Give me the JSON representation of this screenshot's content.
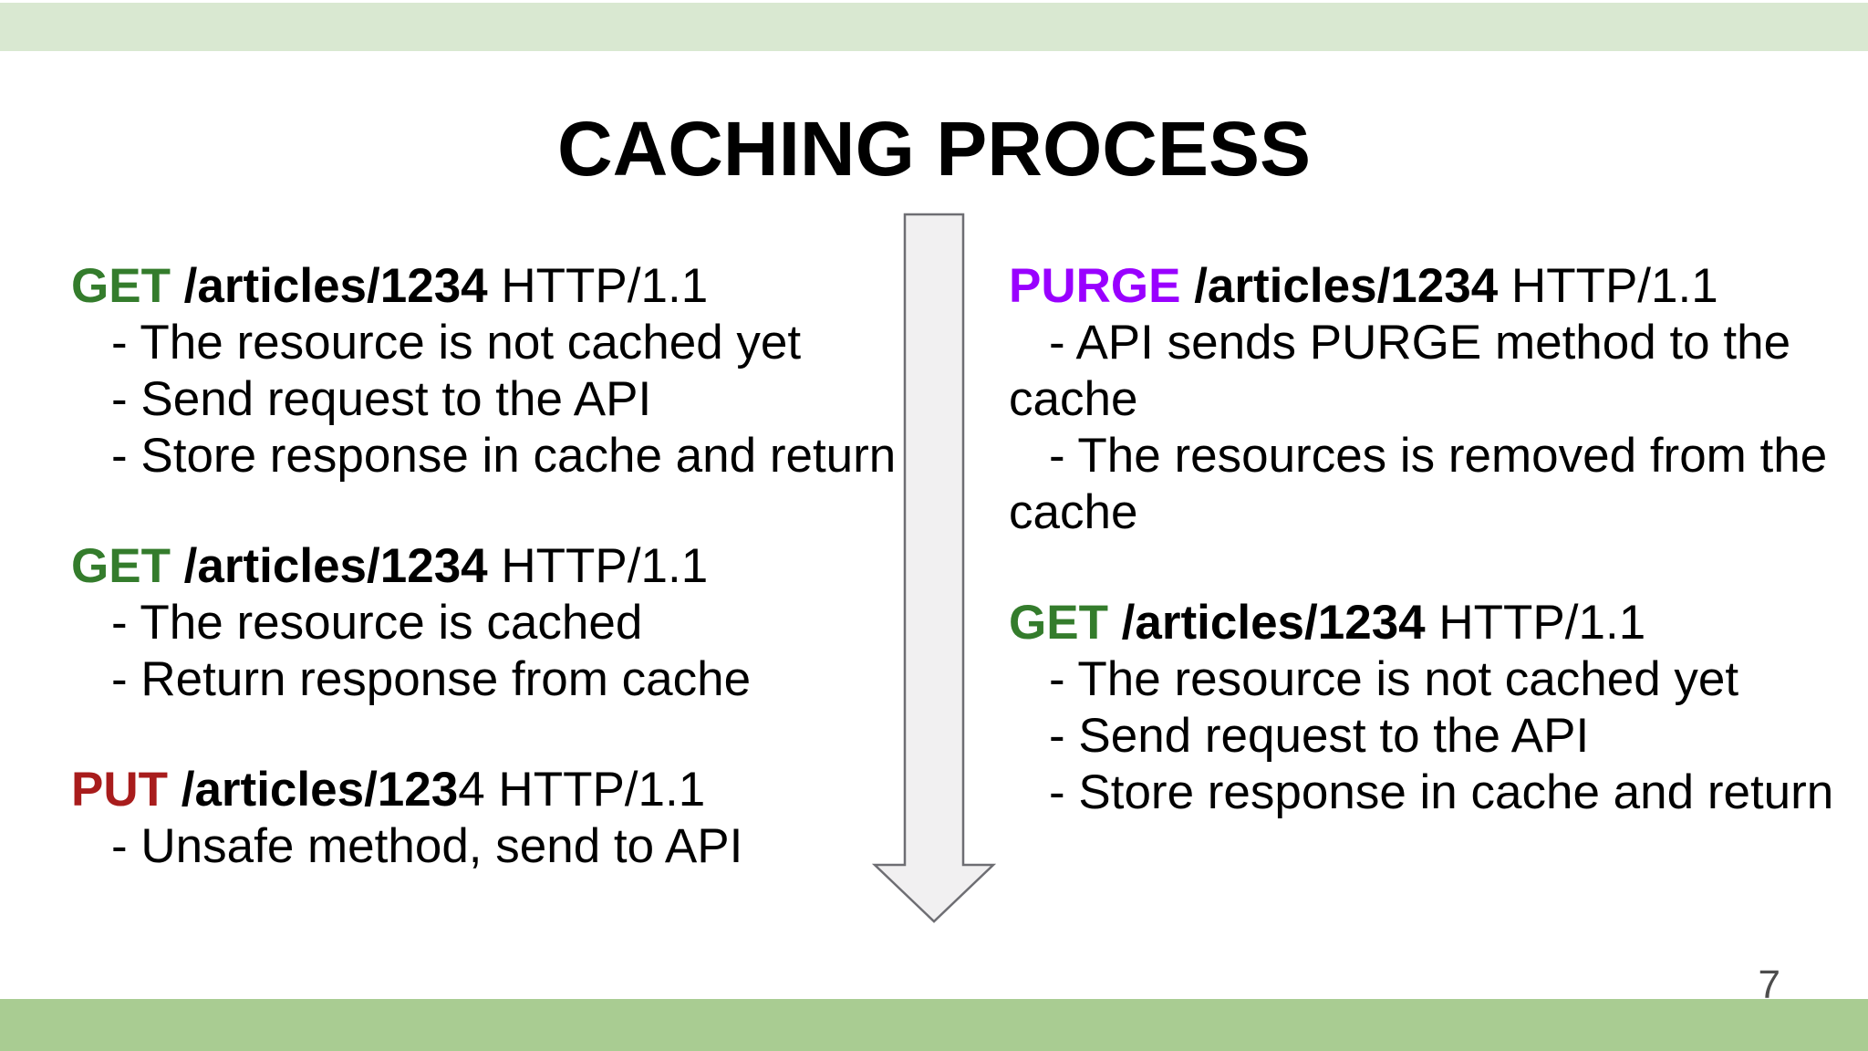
{
  "slide": {
    "title": "CACHING PROCESS",
    "page_number": "7"
  },
  "colors": {
    "top_bar": "#d9e8d1",
    "bottom_bar": "#a9cc92",
    "method_get": "#347c2c",
    "method_put": "#a81c1c",
    "method_purge": "#9900ff",
    "arrow_fill": "#f1f0f1",
    "arrow_border": "#6e6e73",
    "text": "#000000",
    "page_number": "#4d4d4d"
  },
  "icons": {
    "center_arrow": "down-arrow"
  },
  "left_column": {
    "blocks": [
      {
        "method": "GET",
        "path": " /articles/1234",
        "protocol": " HTTP/1.1",
        "bullets": [
          "- The resource is not cached yet",
          "- Send request to the API",
          "- Store response in cache and return"
        ]
      },
      {
        "method": "GET",
        "path": " /articles/1234",
        "protocol": " HTTP/1.1",
        "bullets": [
          "- The resource is cached",
          "- Return response from cache"
        ]
      },
      {
        "method": "PUT",
        "path": " /articles/123",
        "protocol": "4 HTTP/1.1",
        "bullets": [
          "- Unsafe method, send to API"
        ]
      }
    ]
  },
  "right_column": {
    "blocks": [
      {
        "method": "PURGE",
        "path": " /articles/1234",
        "protocol": " HTTP/1.1",
        "bullets": [
          "- API sends PURGE method to the cache",
          "- The resources is removed from the cache"
        ]
      },
      {
        "method": "GET",
        "path": " /articles/1234",
        "protocol": " HTTP/1.1",
        "bullets": [
          "- The resource is not cached yet",
          "- Send request to the API",
          "- Store response in cache and return"
        ]
      }
    ]
  }
}
